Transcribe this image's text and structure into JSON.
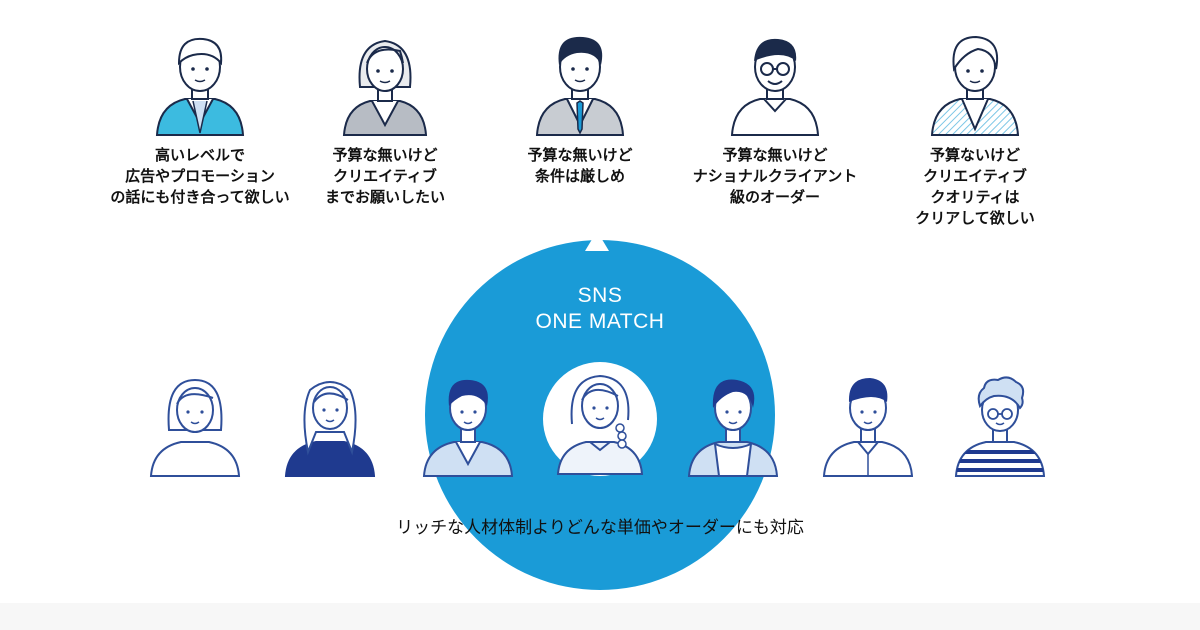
{
  "colors": {
    "accent": "#1a9bd7",
    "navy": "#1f3a8f",
    "outline": "#2f4f9a",
    "light_blue": "#cfe0f3",
    "text": "#111111"
  },
  "brand": {
    "line1": "SNS",
    "line2": "ONE MATCH"
  },
  "clients": [
    {
      "icon": "man-teal-suit-icon",
      "lines": [
        "高いレベルで",
        "広告やプロモーション",
        "の話にも付き合って欲しい"
      ]
    },
    {
      "icon": "woman-gray-blazer-icon",
      "lines": [
        "予算な無いけど",
        "クリエイティブ",
        "までお願いしたい"
      ]
    },
    {
      "icon": "man-suit-tie-icon",
      "lines": [
        "予算な無いけど",
        "条件は厳しめ"
      ]
    },
    {
      "icon": "man-glasses-icon",
      "lines": [
        "予算な無いけど",
        "ナショナルクライアント",
        "級のオーダー"
      ]
    },
    {
      "icon": "man-patterned-jacket-icon",
      "lines": [
        "予算ないけど",
        "クリエイティブ",
        "クオリティは",
        "クリアして欲しい"
      ]
    }
  ],
  "creators": [
    {
      "icon": "woman-bob-icon"
    },
    {
      "icon": "woman-long-hair-icon"
    },
    {
      "icon": "man-v-neck-icon"
    },
    {
      "icon": "woman-braid-icon"
    },
    {
      "icon": "man-cardigan-icon"
    },
    {
      "icon": "man-shirt-icon"
    },
    {
      "icon": "man-curly-glasses-icon"
    }
  ],
  "tagline": "リッチな人材体制よりどんな単価やオーダーにも対応"
}
